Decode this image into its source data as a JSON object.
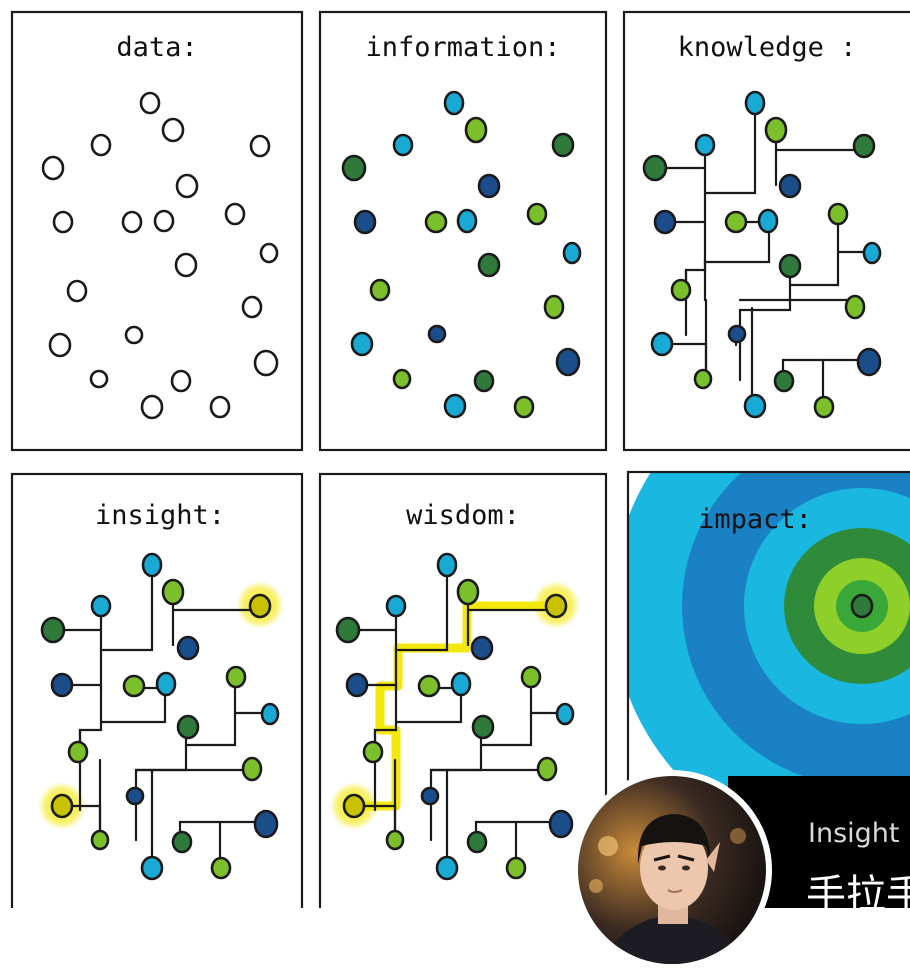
{
  "panels": [
    {
      "id": "data",
      "title": "data:"
    },
    {
      "id": "information",
      "title": "information:"
    },
    {
      "id": "knowledge",
      "title": "knowledge :"
    },
    {
      "id": "insight",
      "title": "insight:"
    },
    {
      "id": "wisdom",
      "title": "wisdom:"
    },
    {
      "id": "impact",
      "title": "impact:"
    }
  ],
  "colors": {
    "light_blue": "#18a9d4",
    "navy": "#1b4d8a",
    "dark_green": "#2f7a3a",
    "lime": "#7bbf2a",
    "highlight": "#f2e600",
    "impact_bg": "#1ab7e0",
    "impact_mid": "#1a82c4",
    "impact_green": "#2f8a3a",
    "impact_lime": "#8fcf2a"
  },
  "overlay": {
    "caption_line1": "Insight",
    "caption_line2": "手拉手"
  }
}
